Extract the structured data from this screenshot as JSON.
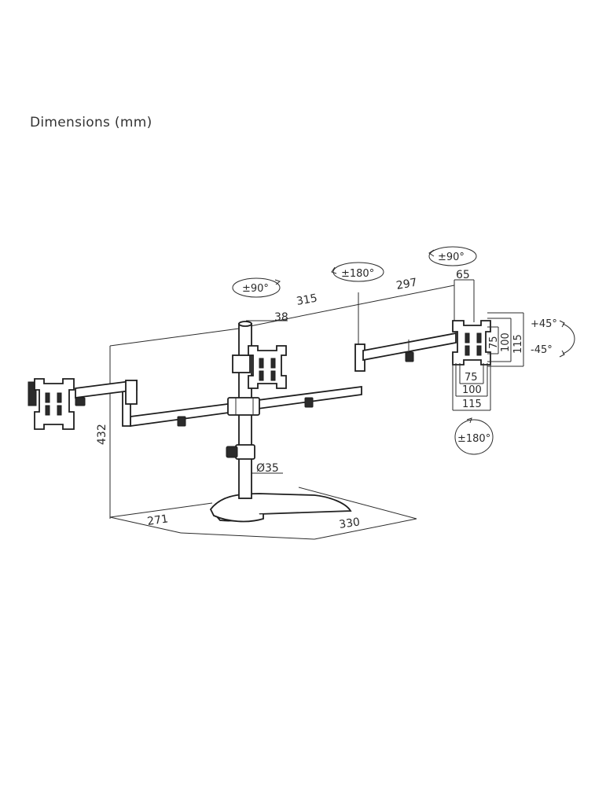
{
  "header": {
    "title": "Dimensions (mm)"
  },
  "dimensions": {
    "arm_reach": "315",
    "arm_segment": "297",
    "plate_offset": "65",
    "top_offset": "38",
    "height": "432",
    "pole_diameter": "Ø35",
    "base_depth": "271",
    "base_width": "330"
  },
  "vesa": {
    "vertical": [
      "75",
      "100",
      "115"
    ],
    "horizontal": [
      "75",
      "100",
      "115"
    ]
  },
  "rotations": {
    "left_tilt": "±90°",
    "center_swivel": "±180°",
    "right_rotate": "±90°",
    "right_tilt_up": "+45°",
    "right_tilt_down": "-45°",
    "bottom_swivel": "±180°"
  }
}
